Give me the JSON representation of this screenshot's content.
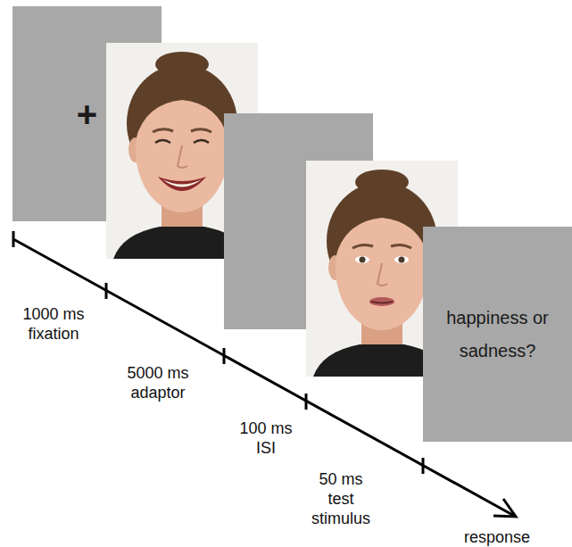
{
  "diagram": {
    "nodes": [
      {
        "text": [
          "+"
        ]
      },
      {
        "text": [
          "happiness or sadness?"
        ]
      }
    ],
    "labels": [
      "1000 ms fixation",
      "5000 ms adaptor",
      "100 ms ISI",
      "50 ms test stimulus",
      "response"
    ]
  }
}
